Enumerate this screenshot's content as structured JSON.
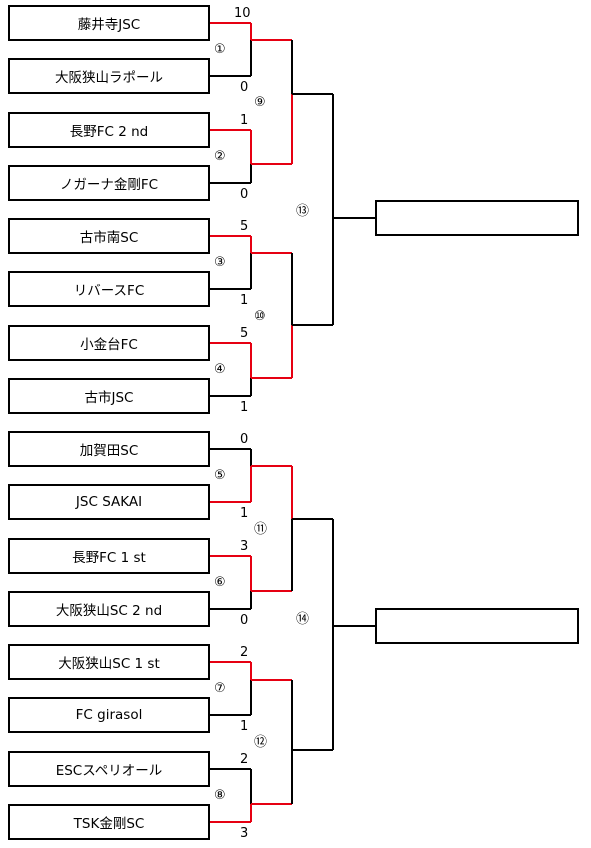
{
  "teams": [
    {
      "name": "藤井寺JSC",
      "score": "10"
    },
    {
      "name": "大阪狭山ラポール",
      "score": "0"
    },
    {
      "name": "長野FC 2 nd",
      "score": "1"
    },
    {
      "name": "ノガーナ金剛FC",
      "score": "0"
    },
    {
      "name": "古市南SC",
      "score": "5"
    },
    {
      "name": "リバースFC",
      "score": "1"
    },
    {
      "name": "小金台FC",
      "score": "5"
    },
    {
      "name": "古市JSC",
      "score": "1"
    },
    {
      "name": "加賀田SC",
      "score": "0"
    },
    {
      "name": "JSC SAKAI",
      "score": "1"
    },
    {
      "name": "長野FC 1 st",
      "score": "3"
    },
    {
      "name": "大阪狭山SC 2 nd",
      "score": "0"
    },
    {
      "name": "大阪狭山SC 1 st",
      "score": "2"
    },
    {
      "name": "FC girasol",
      "score": "1"
    },
    {
      "name": "ESCスペリオール",
      "score": "2"
    },
    {
      "name": "TSK金剛SC",
      "score": "3"
    }
  ],
  "matches_r1": [
    "①",
    "②",
    "③",
    "④",
    "⑤",
    "⑥",
    "⑦",
    "⑧"
  ],
  "matches_r2": [
    "⑨",
    "⑩",
    "⑪",
    "⑫"
  ],
  "matches_r3": [
    "⑬",
    "⑭"
  ],
  "winners_r1": [
    0,
    0,
    0,
    0,
    1,
    0,
    0,
    1
  ],
  "winners_r2": [
    1,
    1,
    0,
    null
  ],
  "colors": {
    "line": "#000000",
    "winner_line": "#e60012"
  }
}
